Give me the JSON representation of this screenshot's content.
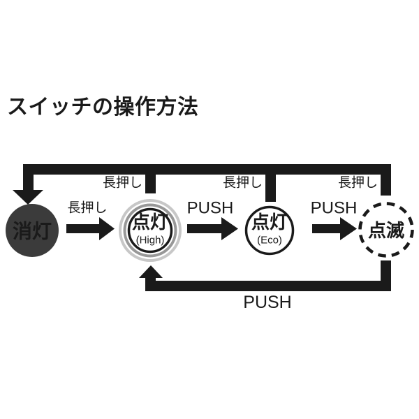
{
  "title": "スイッチの操作方法",
  "diagram": {
    "nodes": [
      {
        "id": "off",
        "label": "消灯"
      },
      {
        "id": "on-high",
        "label": "点灯",
        "sublabel": "(High)"
      },
      {
        "id": "on-eco",
        "label": "点灯",
        "sublabel": "(Eco)"
      },
      {
        "id": "blink",
        "label": "点滅"
      }
    ],
    "actions": {
      "long_press": "長押し",
      "push": "PUSH"
    },
    "edges": [
      {
        "from": "消灯",
        "to": "点灯(High)",
        "action": "長押し"
      },
      {
        "from": "点灯(High)",
        "to": "点灯(Eco)",
        "action": "PUSH"
      },
      {
        "from": "点灯(Eco)",
        "to": "点滅",
        "action": "PUSH"
      },
      {
        "from": "点滅",
        "to": "点灯(High)",
        "action": "PUSH"
      },
      {
        "from": "点灯(High)",
        "to": "消灯",
        "action": "長押し"
      },
      {
        "from": "点灯(Eco)",
        "to": "消灯",
        "action": "長押し"
      },
      {
        "from": "点滅",
        "to": "消灯",
        "action": "長押し"
      }
    ],
    "colors": {
      "line": "#1a1a1a",
      "off_fill": "#3b3b3b",
      "glow_outer": "#c7c7c7",
      "glow_inner": "#989898"
    }
  }
}
